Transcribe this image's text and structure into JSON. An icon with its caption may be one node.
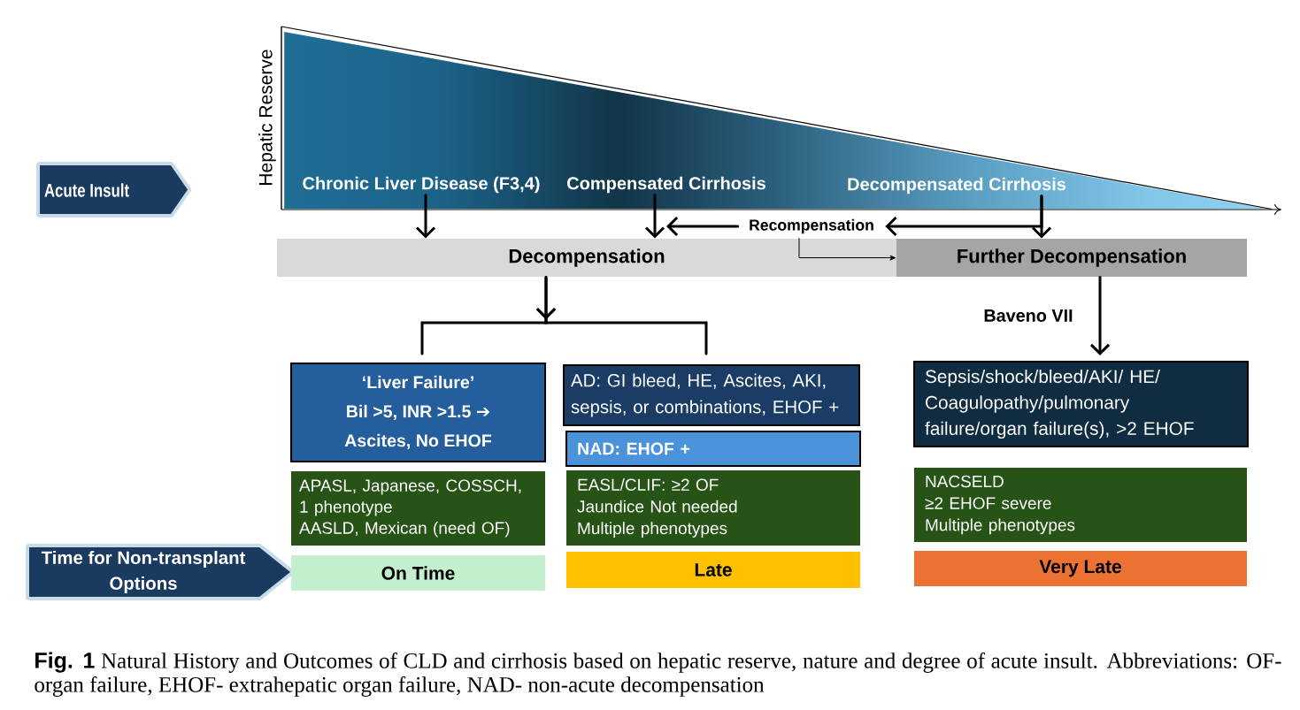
{
  "diagram": {
    "caption": "**Fig. 1** Natural History and Outcomes of CLD and cirrhosis based on hepatic reserve, nature and degree of acute insult. Abbreviations: OF- organ failure, EHOF- extrahepatic organ failure, NAD- non-acute decompensation",
    "nodes": [
      {
        "text": [
          "Acute Insult"
        ]
      },
      {
        "text": [],
        "shape": "triangle"
      },
      {
        "text": [
          "Chronic Liver Disease (F3,4)"
        ],
        "in": 1
      },
      {
        "text": [
          "Compensated Cirrhosis"
        ],
        "in": 1
      },
      {
        "text": [
          "Decompensated Cirrhosis"
        ],
        "in": 1
      },
      {
        "text": [
          "Recompensation"
        ]
      },
      {
        "text": [
          "Decompensation"
        ]
      },
      {
        "text": [
          "Further Decompensation"
        ]
      },
      {
        "text": [
          "‘Liver Failure’",
          "Bil >5, INR >1.5 ➔ Ascites, No EHOF"
        ]
      },
      {
        "text": [
          "AD: GI bleed, HE, Ascites, AKI, sepsis, or combinations, EHOF +"
        ]
      },
      {
        "text": [
          "NAD: EHOF +"
        ]
      },
      {
        "text": [
          "Sepsis/shock/bleed/AKI/ HE/ Coagulopathy/pulmonary failure/organ failure(s), >2 EHOF"
        ]
      },
      {
        "text": [
          "APASL, Japanese, COSSCH, 1 phenotype",
          "AASLD, Mexican (need OF)"
        ]
      },
      {
        "text": [
          "EASL/CLIF: ≥2 OF",
          "Jaundice Not needed",
          "Multiple phenotypes"
        ]
      },
      {
        "text": [
          "NACSELD",
          "≥2 EHOF severe",
          "Multiple phenotypes"
        ]
      },
      {
        "text": [
          "Time for Non-transplant Options"
        ]
      },
      {
        "text": [
          "On Time"
        ]
      },
      {
        "text": [
          "Late"
        ]
      },
      {
        "text": [
          "Very Late"
        ]
      }
    ],
    "edges": [
      {
        "from": 2,
        "to": 6,
        "arrow": "to"
      },
      {
        "from": 3,
        "to": 6,
        "arrow": "to"
      },
      {
        "from": 4,
        "to": 5,
        "arrow": "to"
      },
      {
        "from": 5,
        "to": 3,
        "arrow": "to"
      },
      {
        "from": 4,
        "to": 7,
        "arrow": "to"
      },
      {
        "from": 6,
        "to": 7,
        "arrow": "to"
      },
      {
        "from": 6,
        "to": 8,
        "arrow": "to"
      },
      {
        "from": 6,
        "to": 9,
        "arrow": "to"
      },
      {
        "from": 7,
        "to": 11,
        "arrow": "to",
        "label": "Baveno VII"
      }
    ],
    "labels": [
      "Hepatic Reserve"
    ]
  }
}
